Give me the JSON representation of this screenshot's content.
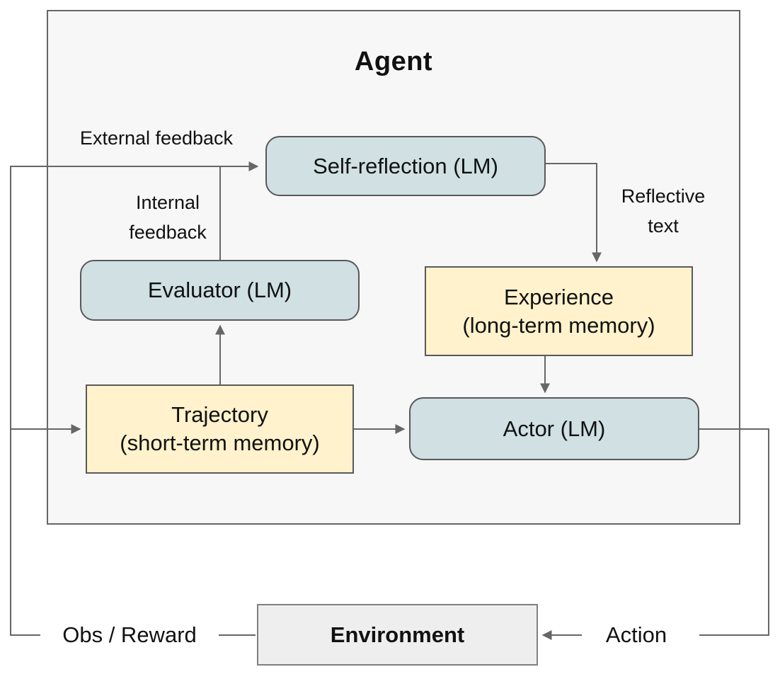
{
  "agent": {
    "title": "Agent"
  },
  "nodes": {
    "self_reflection": {
      "label": "Self-reflection (LM)"
    },
    "evaluator": {
      "label": "Evaluator (LM)"
    },
    "experience": {
      "title": "Experience",
      "subtitle": "(long-term memory)"
    },
    "trajectory": {
      "title": "Trajectory",
      "subtitle": "(short-term memory)"
    },
    "actor": {
      "label": "Actor (LM)"
    },
    "environment": {
      "label": "Environment"
    }
  },
  "edge_labels": {
    "external_feedback": "External feedback",
    "internal_feedback": [
      "Internal",
      "feedback"
    ],
    "reflective_text": [
      "Reflective",
      "text"
    ],
    "obs_reward": "Obs / Reward",
    "action": "Action"
  },
  "colors": {
    "lm_fill": "#d0e0e3",
    "memory_fill": "#fff2cc",
    "env_fill": "#eeeeee",
    "agent_fill": "#f7f7f7",
    "box_border": "#595959",
    "line_color": "#666666",
    "text_color": "#111111"
  }
}
